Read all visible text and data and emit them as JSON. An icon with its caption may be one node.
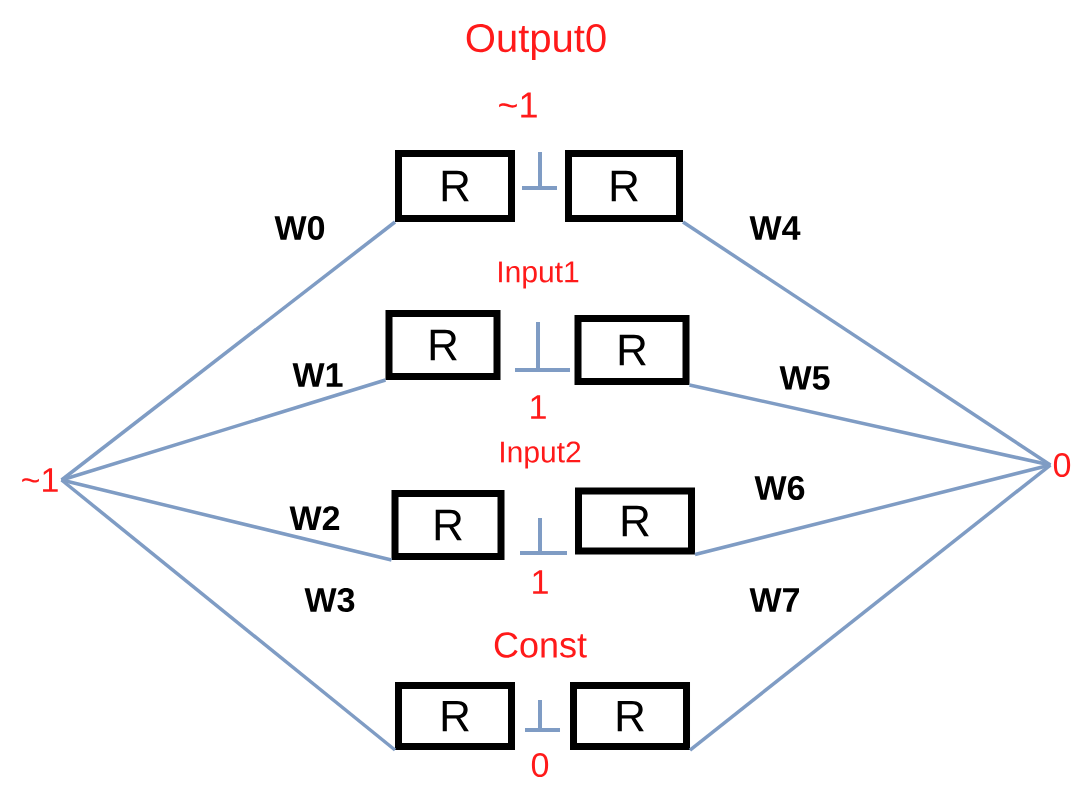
{
  "diagram": {
    "nodes": [
      {
        "text": [
          "R"
        ]
      },
      {
        "text": [
          "R"
        ]
      },
      {
        "text": [
          "R"
        ]
      },
      {
        "text": [
          "R"
        ]
      },
      {
        "text": [
          "R"
        ]
      },
      {
        "text": [
          "R"
        ]
      },
      {
        "text": [
          "R"
        ]
      },
      {
        "text": [
          "R"
        ]
      },
      {
        "text": [
          "~1"
        ]
      },
      {
        "text": [
          "0"
        ]
      }
    ],
    "edges": [
      {
        "from": 8,
        "to": 0,
        "arrow": "none",
        "label": "W0"
      },
      {
        "from": 8,
        "to": 2,
        "arrow": "none",
        "label": "W1"
      },
      {
        "from": 8,
        "to": 4,
        "arrow": "none",
        "label": "W2"
      },
      {
        "from": 8,
        "to": 6,
        "arrow": "none",
        "label": "W3"
      },
      {
        "from": 1,
        "to": 9,
        "arrow": "none",
        "label": "W4"
      },
      {
        "from": 3,
        "to": 9,
        "arrow": "none",
        "label": "W5"
      },
      {
        "from": 5,
        "to": 9,
        "arrow": "none",
        "label": "W6"
      },
      {
        "from": 7,
        "to": 9,
        "arrow": "none",
        "label": "W7"
      }
    ],
    "labels": [
      "Output0",
      "~1",
      "Input1",
      "1",
      "Input2",
      "1",
      "Const",
      "0"
    ]
  }
}
